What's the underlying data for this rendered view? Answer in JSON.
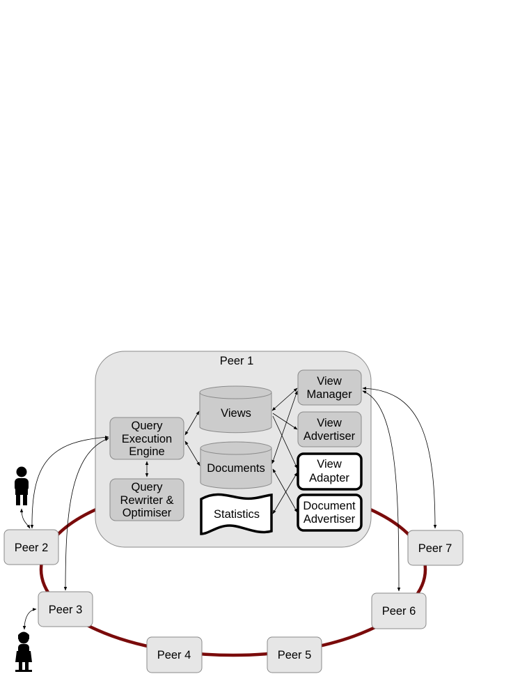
{
  "peer1": {
    "title": "Peer 1"
  },
  "components": {
    "qee": [
      "Query",
      "Execution",
      "Engine"
    ],
    "qro": [
      "Query",
      "Rewriter &",
      "Optimiser"
    ],
    "views": "Views",
    "documents": "Documents",
    "statistics": "Statistics",
    "view_manager": [
      "View",
      "Manager"
    ],
    "view_advertiser": [
      "View",
      "Advertiser"
    ],
    "view_adapter": [
      "View",
      "Adapter"
    ],
    "document_advertiser": [
      "Document",
      "Advertiser"
    ]
  },
  "peers": {
    "p2": "Peer 2",
    "p3": "Peer 3",
    "p4": "Peer 4",
    "p5": "Peer 5",
    "p6": "Peer 6",
    "p7": "Peer 7"
  },
  "colors": {
    "ring": "#7a0b0b",
    "peer_fill": "#e6e6e6",
    "component_fill": "#cccccc",
    "stroke": "#7f7f7f"
  }
}
